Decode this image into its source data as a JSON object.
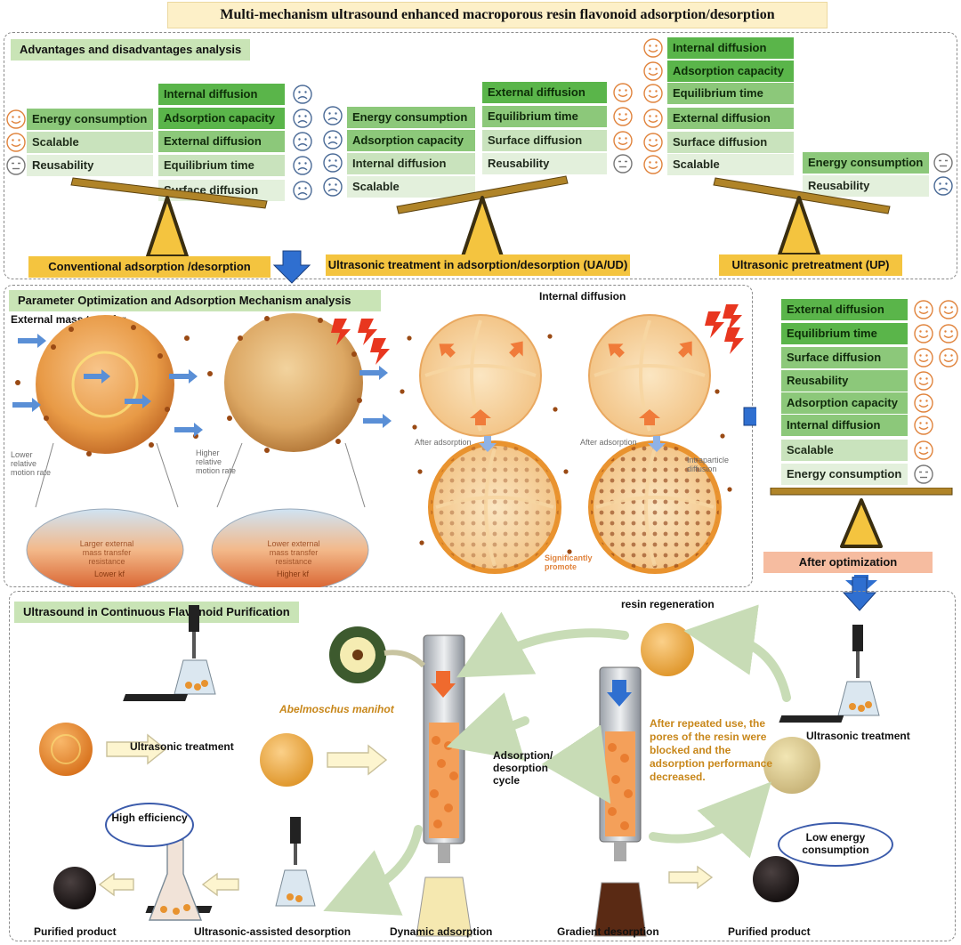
{
  "title": "Multi-mechanism ultrasound enhanced macroporous resin flavonoid adsorption/desorption",
  "section1": {
    "title": "Advantages and disadvantages analysis",
    "conventional": {
      "label": "Conventional adsorption /desorption",
      "left_items": [
        "Energy consumption",
        "Scalable",
        "Reusability"
      ],
      "right_items": [
        "Internal diffusion",
        "Adsorption capacity",
        "External diffusion",
        "Equilibrium time",
        "Surface diffusion"
      ]
    },
    "ua_ud": {
      "label": "Ultrasonic treatment in adsorption/desorption (UA/UD)",
      "left_items": [
        "Energy consumption",
        "Adsorption capacity",
        "Internal diffusion",
        "Scalable"
      ],
      "right_items": [
        "External diffusion",
        "Equilibrium time",
        "Surface diffusion",
        "Reusability"
      ]
    },
    "up": {
      "label": "Ultrasonic pretreatment (UP)",
      "left_items": [
        "Internal diffusion",
        "Adsorption capacity",
        "Equilibrium time",
        "External diffusion",
        "Surface diffusion",
        "Scalable"
      ],
      "right_items": [
        "Energy consumption",
        "Reusability"
      ]
    }
  },
  "section2": {
    "title": "Parameter Optimization and Adsorption Mechanism analysis",
    "external_label": "External mass transfer",
    "internal_label": "Internal diffusion",
    "lower_rate": "Lower relative motion rate",
    "higher_rate": "Higher relative motion rate",
    "larger_resistance": "Larger external mass transfer resistance",
    "lower_k": "Lower kf",
    "lower_resistance": "Lower external mass transfer resistance",
    "higher_k": "Higher kf",
    "after_adsorption_1": "After adsorption",
    "after_adsorption_2": "After adsorption",
    "significantly_promote": "Significantly promote",
    "intraparticle": "Intraparticle diffusion"
  },
  "optimization": {
    "items": [
      "External diffusion",
      "Equilibrium time",
      "Surface diffusion",
      "Reusability",
      "Adsorption capacity",
      "Internal diffusion",
      "Scalable",
      "Energy consumption"
    ],
    "label": "After optimization"
  },
  "section3": {
    "title": "Ultrasound in Continuous Flavonoid Purification",
    "resin_regeneration": "resin regeneration",
    "abelmoschus": "Abelmoschus manihot",
    "ultrasonic_treatment_left": "Ultrasonic treatment",
    "ultrasonic_treatment_right": "Ultrasonic treatment",
    "cycle": "Adsorption/ desorption cycle",
    "note": "After repeated use, the pores of the resin were blocked and the adsorption performance decreased.",
    "high_efficiency": "High efficiency",
    "low_energy": "Low energy consumption",
    "purified_left": "Purified product",
    "ultrasonic_assisted": "Ultrasonic-assisted desorption",
    "dynamic": "Dynamic adsorption",
    "gradient": "Gradient desorption",
    "purified_right": "Purified product"
  },
  "colors": {
    "title_bg": "#fdf0c8",
    "section_title_bg": "#c9e4b6",
    "label_box_bg": "#f4c43f",
    "optimization_label_bg": "#f6bca0",
    "arrow_blue": "#2f6fd0",
    "resin_orange": "#e8932f"
  }
}
